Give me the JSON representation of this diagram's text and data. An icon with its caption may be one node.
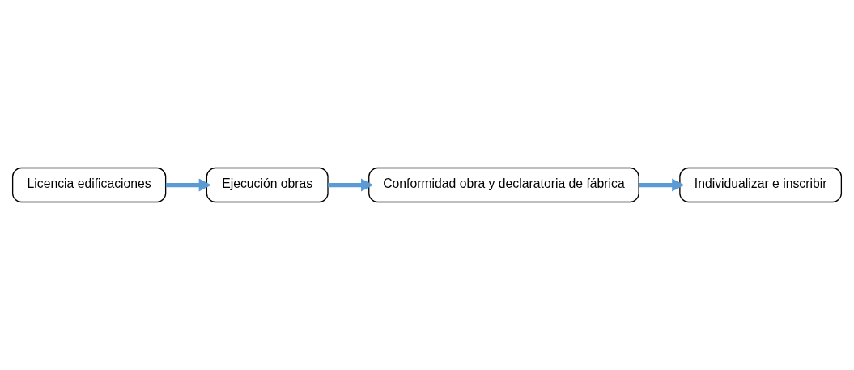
{
  "diagram": {
    "nodes": [
      {
        "text": [
          "Licencia edificaciones"
        ]
      },
      {
        "text": [
          "Ejecución obras"
        ]
      },
      {
        "text": [
          "Conformidad obra y declaratoria de fábrica"
        ]
      },
      {
        "text": [
          "Individualizar e inscribir"
        ]
      }
    ],
    "edges": [
      {
        "from": 0,
        "to": 1,
        "arrow": "to"
      },
      {
        "from": 1,
        "to": 2,
        "arrow": "to"
      },
      {
        "from": 2,
        "to": 3,
        "arrow": "to"
      }
    ]
  }
}
